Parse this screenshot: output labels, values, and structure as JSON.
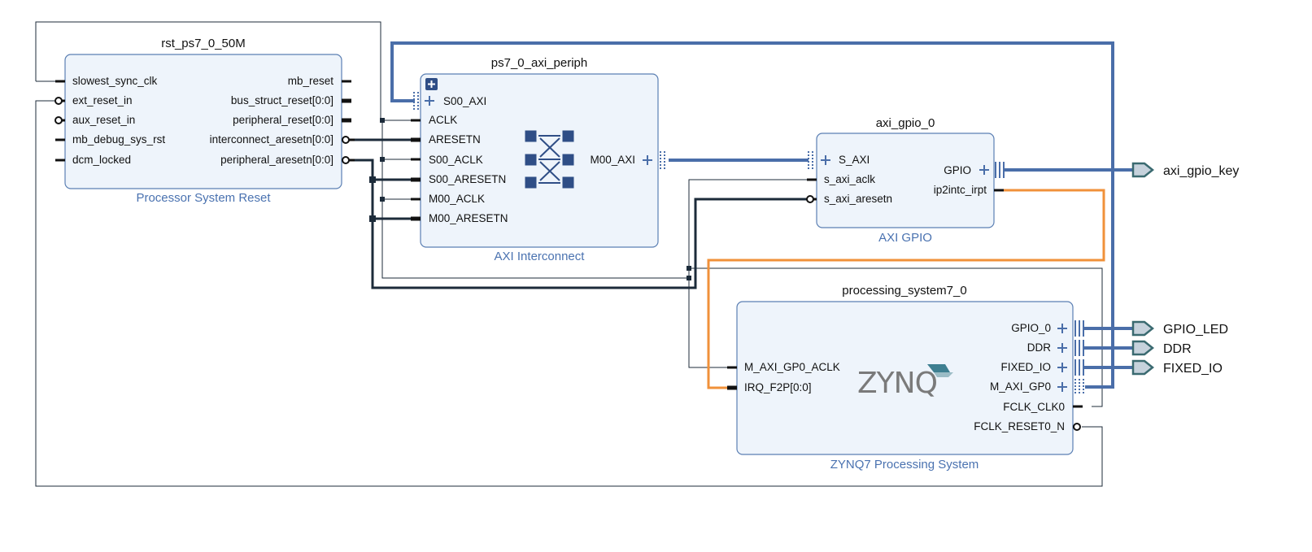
{
  "blocks": {
    "rst": {
      "name": "rst_ps7_0_50M",
      "subtitle": "Processor System Reset",
      "inputs": [
        "slowest_sync_clk",
        "ext_reset_in",
        "aux_reset_in",
        "mb_debug_sys_rst",
        "dcm_locked"
      ],
      "outputs": [
        "mb_reset",
        "bus_struct_reset[0:0]",
        "peripheral_reset[0:0]",
        "interconnect_aresetn[0:0]",
        "peripheral_aresetn[0:0]"
      ]
    },
    "axi_periph": {
      "name": "ps7_0_axi_periph",
      "subtitle": "AXI Interconnect",
      "inputs": [
        "S00_AXI",
        "ACLK",
        "ARESETN",
        "S00_ACLK",
        "S00_ARESETN",
        "M00_ACLK",
        "M00_ARESETN"
      ],
      "outputs": [
        "M00_AXI"
      ]
    },
    "gpio": {
      "name": "axi_gpio_0",
      "subtitle": "AXI GPIO",
      "inputs": [
        "S_AXI",
        "s_axi_aclk",
        "s_axi_aresetn"
      ],
      "outputs": [
        "GPIO",
        "ip2intc_irpt"
      ]
    },
    "ps7": {
      "name": "processing_system7_0",
      "subtitle": "ZYNQ7 Processing System",
      "logo": "ZYNQ",
      "inputs": [
        "M_AXI_GP0_ACLK",
        "IRQ_F2P[0:0]"
      ],
      "outputs": [
        "GPIO_0",
        "DDR",
        "FIXED_IO",
        "M_AXI_GP0",
        "FCLK_CLK0",
        "FCLK_RESET0_N"
      ]
    }
  },
  "external_ports": [
    "axi_gpio_key",
    "GPIO_LED",
    "DDR",
    "FIXED_IO"
  ],
  "icons": [
    "expand-plus-icon",
    "crossbar-icon",
    "interface-plus-icon",
    "bus-connector-icon",
    "output-port-arrow-icon",
    "active-low-bubble-icon"
  ],
  "colors": {
    "block_fill": "#eef4fb",
    "block_border": "#5b7fb3",
    "bus": "#4a6ea9",
    "net": "#1c2b3a",
    "interrupt": "#f0913a",
    "subtitle": "#4a72b0",
    "port_fill": "#c6d2dc"
  }
}
